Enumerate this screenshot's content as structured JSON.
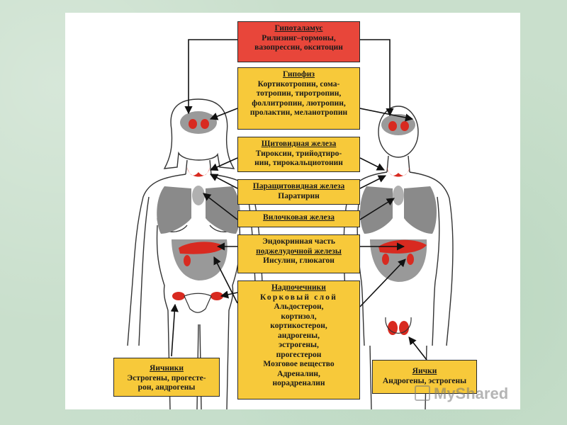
{
  "hypothalamus": {
    "title": "Гипоталамус",
    "lines": [
      "Рилизинг–гормоны,",
      "вазопрессин, окситоцин"
    ]
  },
  "pituitary": {
    "title": "Гипофиз",
    "lines": [
      "Кортикотропин, сома-",
      "тотропин, тиротропин,",
      "фоллитропин, лютропин,",
      "пролактин, меланотропин"
    ]
  },
  "thyroid": {
    "title": "Щитовидная железа",
    "lines": [
      "Тироксин, трийодтиро-",
      "нин, тирокальциотонин"
    ]
  },
  "parathyroid": {
    "title": "Паращитовидная железа",
    "lines": [
      "Паратирин"
    ]
  },
  "thymus": {
    "title": "Вилочковая железа"
  },
  "pancreas": {
    "line1": "Эндокринная часть",
    "title": "поджелудочной железы",
    "line2": "Инсулин, глюкагон"
  },
  "adrenal": {
    "title": "Надпочечники",
    "cortex": "Корковый слой",
    "lines": [
      "Альдостерон,",
      "кортизол,",
      "кортикостерон,",
      "андрогены,",
      "эстрогены,",
      "прогестерон"
    ],
    "medulla": "Мозговое вещество",
    "medulla_lines": [
      "Адреналин,",
      "норадреналин"
    ]
  },
  "ovaries": {
    "title": "Яичники",
    "lines": [
      "Эстрогены, прогесте-",
      "рон, андрогены"
    ]
  },
  "testes": {
    "title": "Яички",
    "lines": [
      "Андрогены, эстрогены"
    ]
  },
  "watermark": "MyShared",
  "colors": {
    "red_box": "#e8463a",
    "yellow_box": "#f7c93a",
    "organ_red": "#d82a20",
    "organ_gray": "#8a8a8a"
  }
}
